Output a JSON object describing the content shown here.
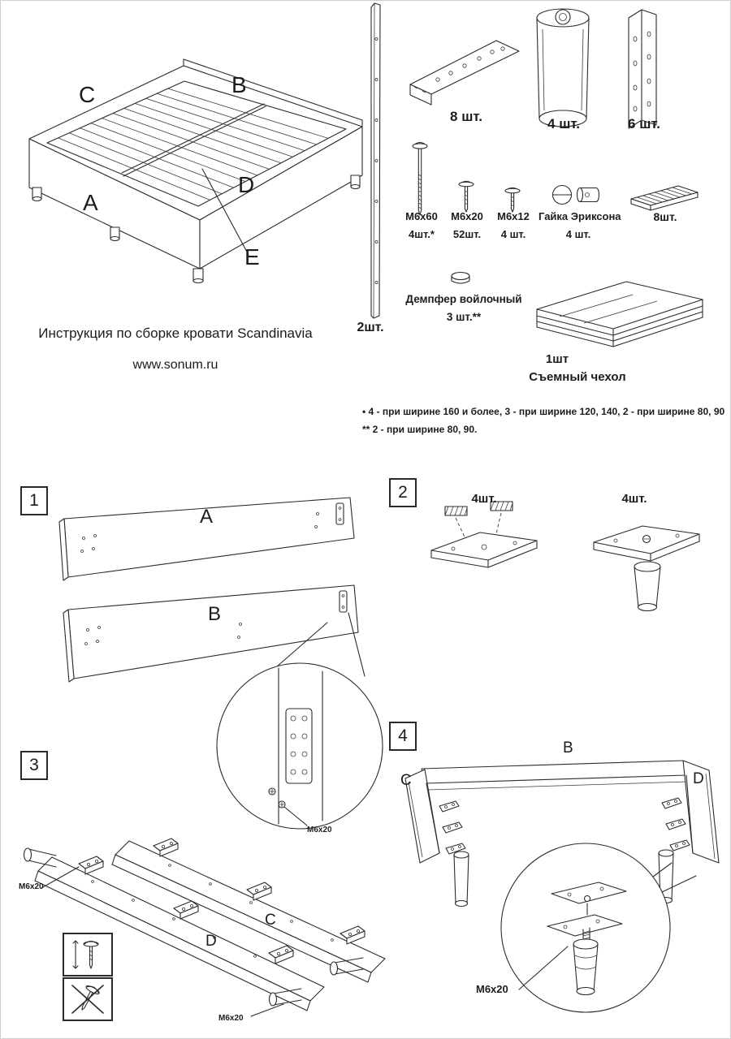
{
  "overview": {
    "title": "Инструкция по сборке кровати Scandinavia",
    "website": "www.sonum.ru",
    "labels": {
      "a": "A",
      "b": "B",
      "c": "C",
      "d": "D",
      "e": "E"
    }
  },
  "parts": {
    "rail": {
      "qty": "2шт."
    },
    "corner_bracket": {
      "qty": "8 шт."
    },
    "leg": {
      "qty": "4 шт."
    },
    "angle_bracket": {
      "qty": "6 шт."
    },
    "bolt_m6x60": {
      "name": "М6х60",
      "qty": "4шт.*"
    },
    "bolt_m6x20": {
      "name": "М6х20",
      "qty": "52шт."
    },
    "bolt_m6x12": {
      "name": "М6х12",
      "qty": "4 шт."
    },
    "erikson_nut": {
      "name": "Гайка Эриксона",
      "qty": "4 шт."
    },
    "plate": {
      "qty": "8шт."
    },
    "felt_damper": {
      "name": "Демпфер войлочный",
      "qty": "3 шт.**"
    },
    "cover": {
      "qty": "1шт",
      "name": "Съемный чехол"
    }
  },
  "notes": {
    "note1": "•  4 - при ширине 160 и более, 3 - при ширине 120, 140, 2 - при ширине 80, 90",
    "note2": "** 2 - при ширине 80, 90."
  },
  "steps": {
    "s1": {
      "num": "1",
      "label_a": "A",
      "label_b": "B",
      "callout": "М6х20"
    },
    "s2": {
      "num": "2",
      "qty_left": "4шт.",
      "qty_right": "4шт."
    },
    "s3": {
      "num": "3",
      "label_c": "C",
      "label_d": "D",
      "callout_left": "М6х20",
      "callout_bottom": "М6х20"
    },
    "s4": {
      "num": "4",
      "label_b": "B",
      "label_c": "C",
      "label_d": "D",
      "callout": "М6х20"
    }
  }
}
